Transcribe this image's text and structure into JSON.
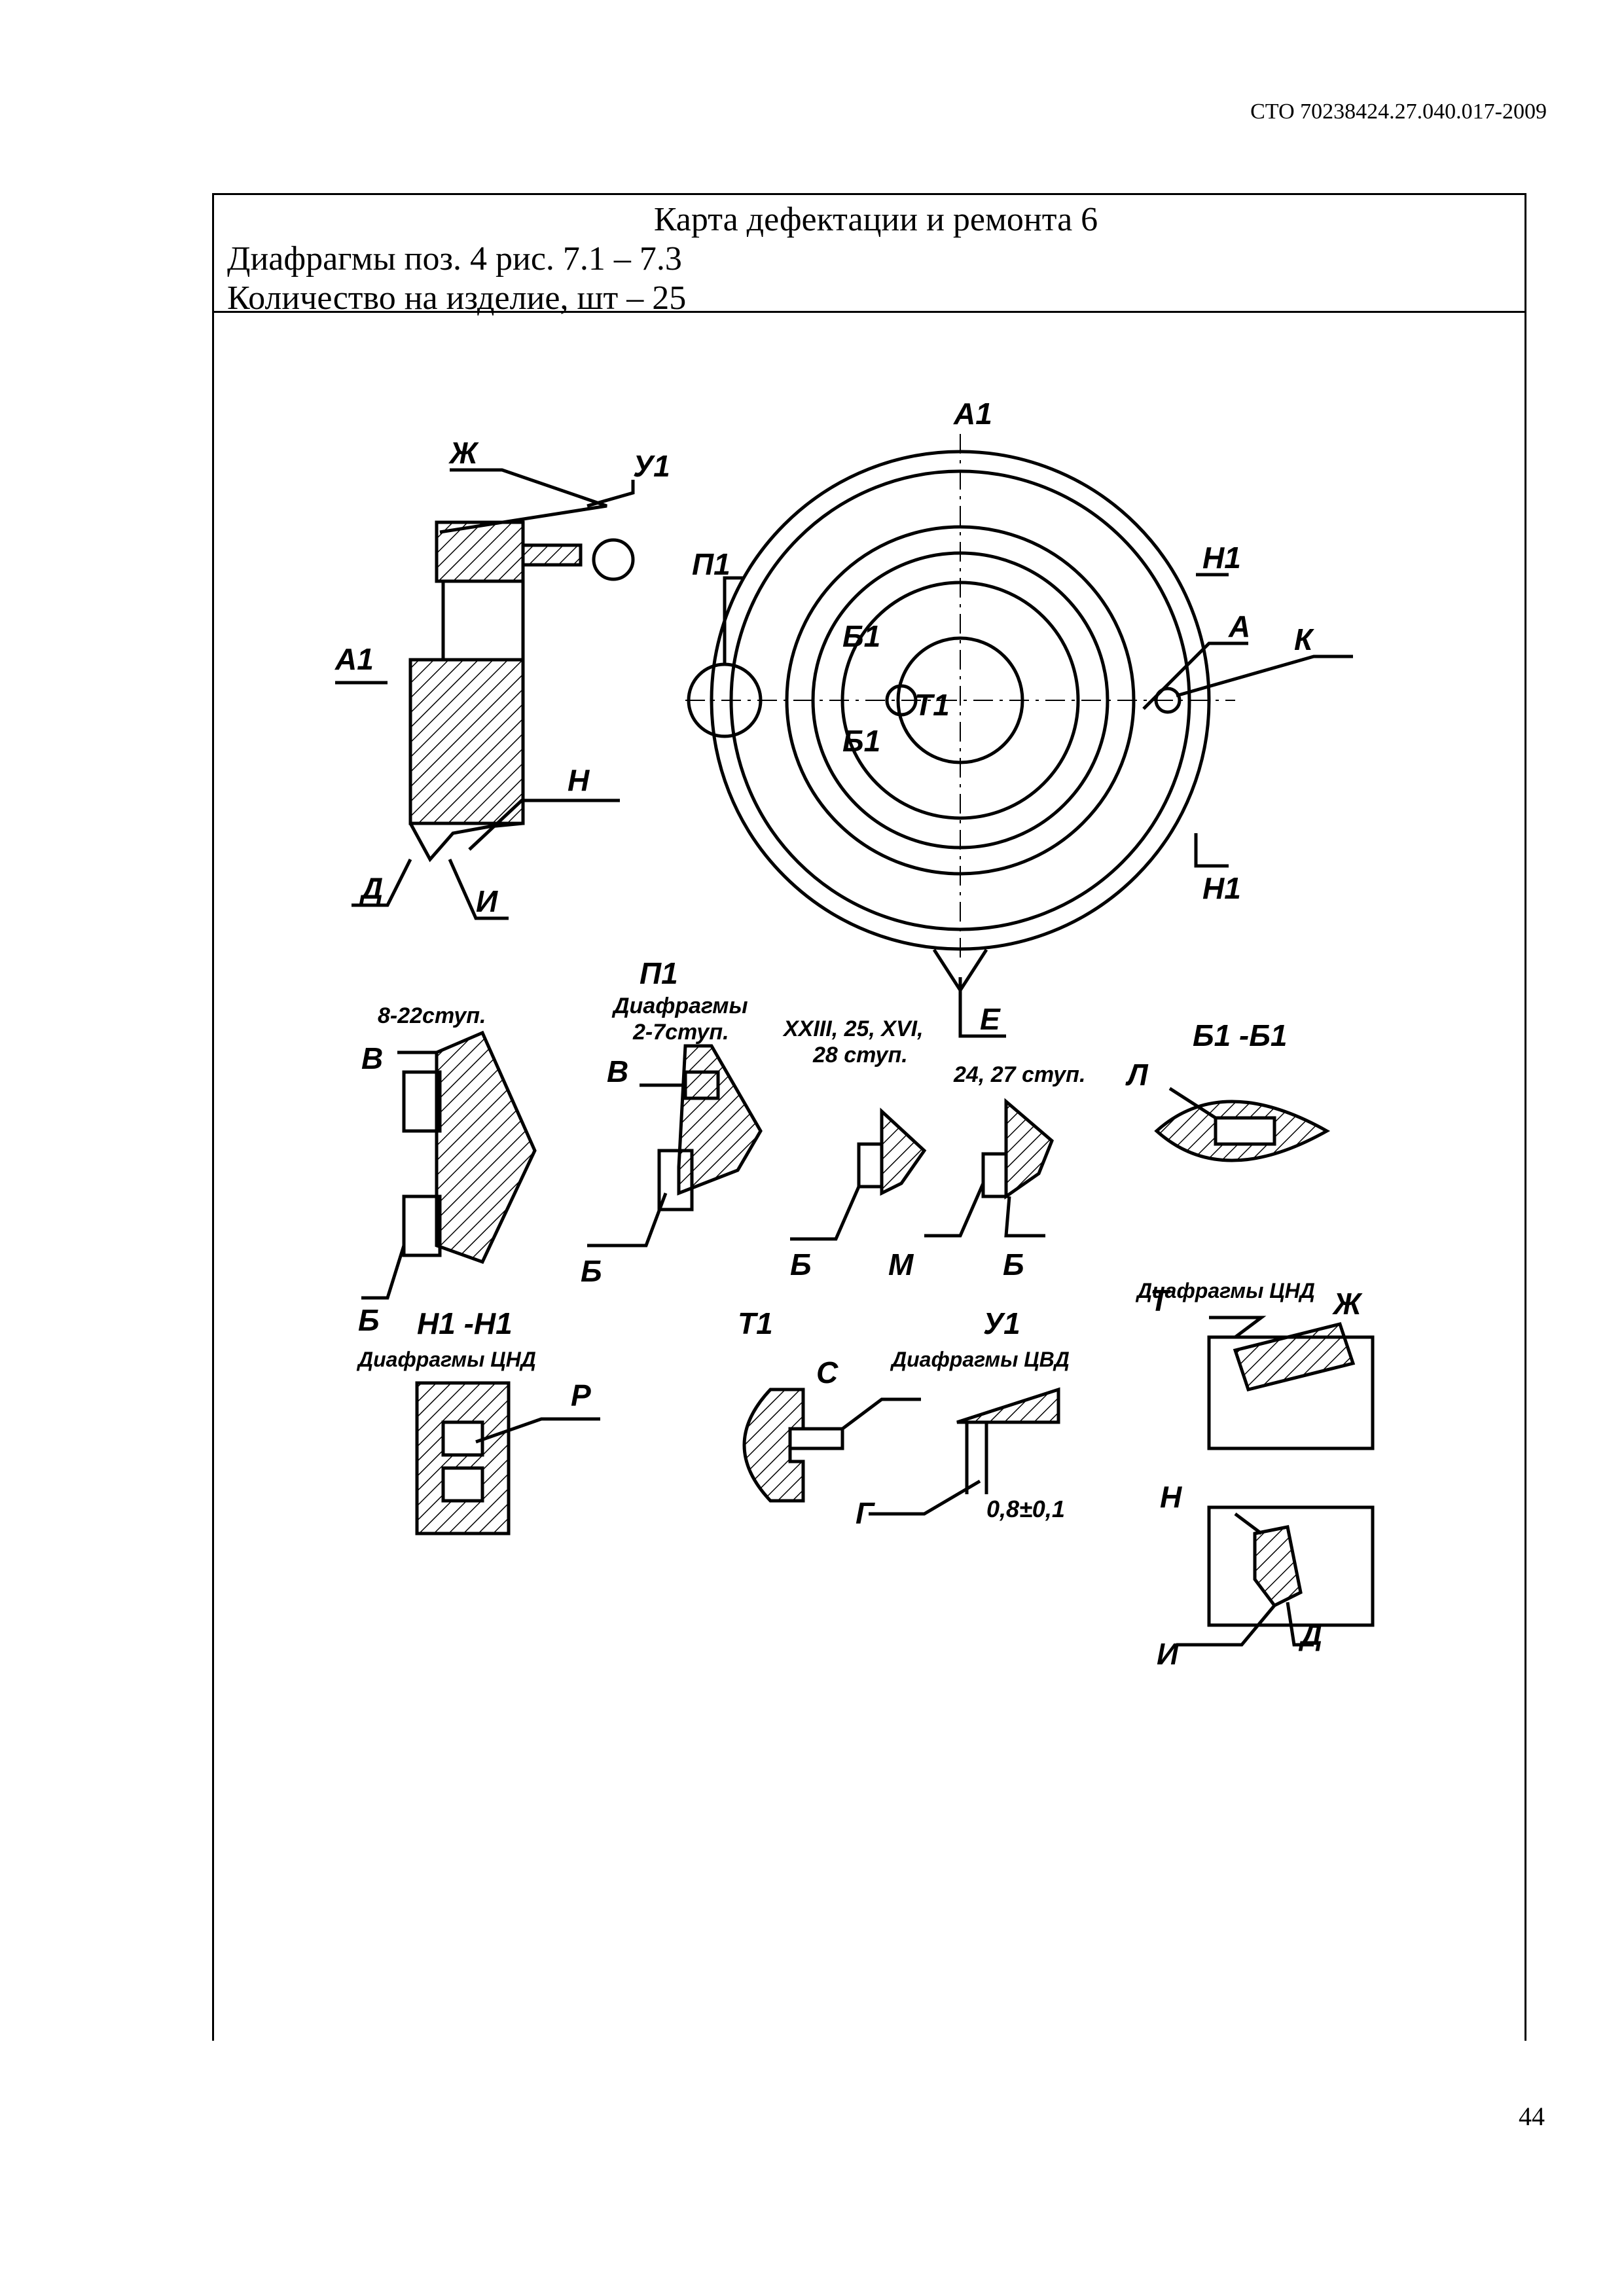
{
  "header": {
    "doc_code": "СТО 70238424.27.040.017-2009"
  },
  "card": {
    "title": "Карта дефектации и ремонта 6",
    "part": "Диафрагмы поз. 4 рис. 7.1 – 7.3",
    "quantity": "Количество на изделие, шт – 25"
  },
  "drawing": {
    "view_a1": "А1",
    "view_p1": "П1",
    "view_b1": "Б1 -Б1",
    "view_n1": "Н1 -Н1",
    "view_t1": "Т1",
    "view_u1": "У1",
    "stage_8_22": "8-22ступ.",
    "diaphragms_2_7_l1": "Диафрагмы",
    "diaphragms_2_7_l2": "2-7ступ.",
    "stage_xxiii_l1": "XXIII, 25, XVI,",
    "stage_xxiii_l2": "28 ступ.",
    "stage_24_27": "24, 27 ступ.",
    "diaphragms_cnd": "Диафрагмы ЦНД",
    "diaphragms_cnd2": "Диафрагмы ЦНД",
    "diaphragms_cvd": "Диафрагмы ЦВД",
    "dimension": "0,8±0,1",
    "labels": {
      "zh": "Ж",
      "u1": "У1",
      "a1": "А1",
      "n": "Н",
      "d": "Д",
      "i": "И",
      "p1": "П1",
      "b1": "Б1",
      "t1": "Т1",
      "h1": "Н1",
      "a": "А",
      "k": "К",
      "e": "Е",
      "v": "В",
      "b": "Б",
      "m": "М",
      "l": "Л",
      "r": "Р",
      "s": "С",
      "g": "Г",
      "t": "Т"
    }
  },
  "footer": {
    "page_number": "44"
  }
}
